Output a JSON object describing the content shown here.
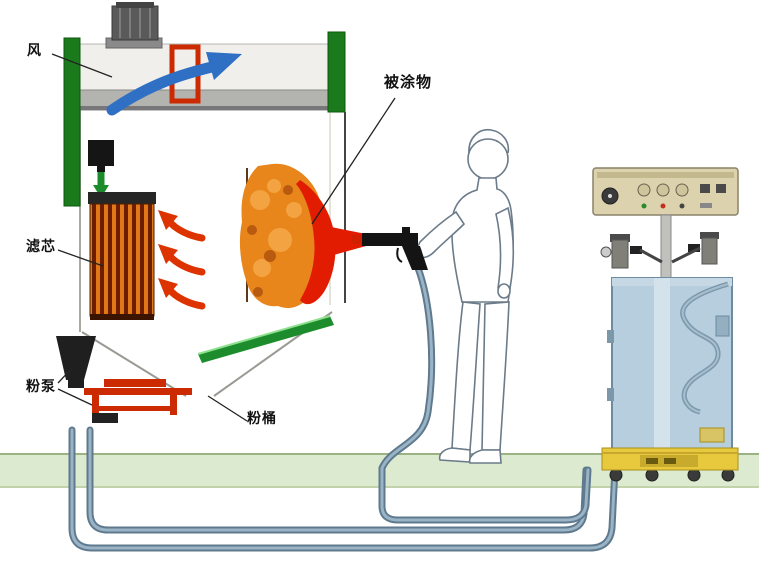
{
  "diagram": {
    "labels": {
      "wind": "风",
      "coated_object": "被涂物",
      "filter_core": "滤芯",
      "powder_pump": "粉泵",
      "powder_barrel": "粉桶"
    },
    "colors": {
      "floor_green": "#dcead0",
      "frame_green": "#1b7a1b",
      "accent_red": "#cc2a00",
      "arrow_blue": "#2f6fc4",
      "spray_orange": "#e8861c",
      "spray_red": "#e21c00",
      "filter_orange": "#e07818",
      "cabinet_blue": "#b6cedd",
      "base_yellow": "#e8c83c",
      "hose_gray": "#7d98ac"
    }
  }
}
